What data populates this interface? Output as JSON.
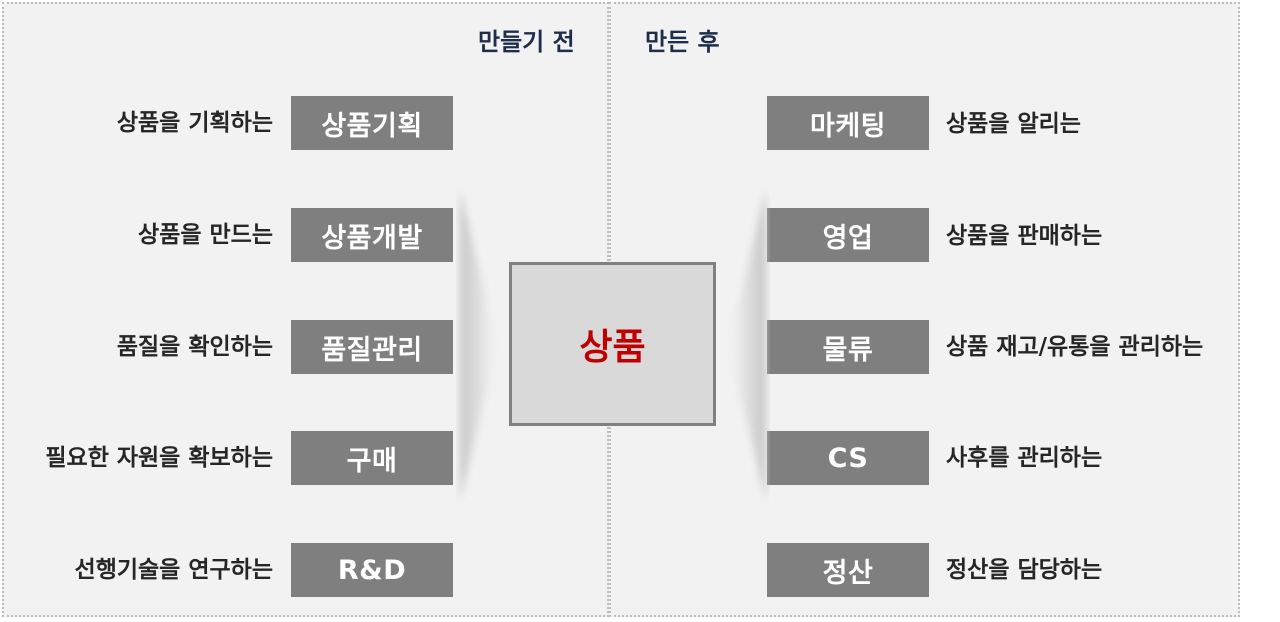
{
  "headings": {
    "before": "만들기 전",
    "after": "만든 후"
  },
  "center": {
    "label": "상품"
  },
  "before_items": [
    {
      "box": "상품기획",
      "desc": "상품을 기획하는"
    },
    {
      "box": "상품개발",
      "desc": "상품을 만드는"
    },
    {
      "box": "품질관리",
      "desc": "품질을 확인하는"
    },
    {
      "box": "구매",
      "desc": "필요한 자원을 확보하는"
    },
    {
      "box": "R&D",
      "desc": "선행기술을 연구하는"
    }
  ],
  "after_items": [
    {
      "box": "마케팅",
      "desc": "상품을 알리는"
    },
    {
      "box": "영업",
      "desc": "상품을 판매하는"
    },
    {
      "box": "물류",
      "desc": "상품 재고/유통을 관리하는"
    },
    {
      "box": "CS",
      "desc": "사후를 관리하는"
    },
    {
      "box": "정산",
      "desc": "정산을 담당하는"
    }
  ],
  "colors": {
    "box_fill": "#7f7f7f",
    "center_fill": "#d9d9d9",
    "center_text": "#c00000",
    "heading_text": "#1f2d4d",
    "panel_bg": "#f2f2f2"
  }
}
